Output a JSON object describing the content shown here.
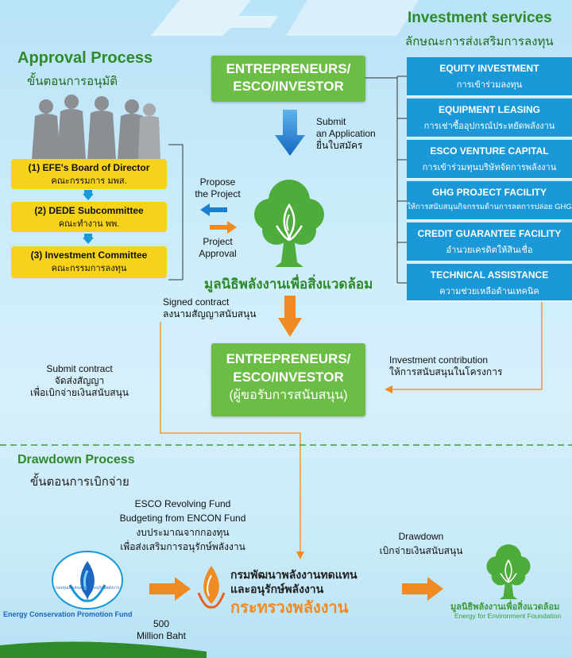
{
  "investment": {
    "title": "Investment services",
    "subtitle": "ลักษณะการส่งเสริมการลงทุน",
    "items": [
      {
        "en": "EQUITY INVESTMENT",
        "th": "การเข้าร่วมลงทุน"
      },
      {
        "en": "EQUIPMENT LEASING",
        "th": "การเช่าซื้ออุปกรณ์ประหยัดพลังงาน"
      },
      {
        "en": "ESCO VENTURE CAPITAL",
        "th": "การเข้าร่วมทุนบริษัทจัดการพลังงาน"
      },
      {
        "en": "GHG PROJECT FACILITY",
        "th": "ให้การสนับสนุนกิจกรรมด้านการลดการปล่อย GHG"
      },
      {
        "en": "CREDIT GUARANTEE FACILITY",
        "th": "อำนวยเครดิตให้สินเชื่อ"
      },
      {
        "en": "TECHNICAL ASSISTANCE",
        "th": "ความช่วยเหลือด้านเทคนิค"
      }
    ]
  },
  "approval": {
    "title": "Approval Process",
    "subtitle": "ขั้นตอนการอนุมัติ",
    "steps": [
      {
        "en": "(1) EFE's Board of Director",
        "th": "คณะกรรมการ มพส."
      },
      {
        "en": "(2) DEDE Subcommittee",
        "th": "คณะทำงาน พพ."
      },
      {
        "en": "(3) Investment Committee",
        "th": "คณะกรรมการลงทุน"
      }
    ]
  },
  "entrepreneur_top": {
    "line1": "ENTREPRENEURS/",
    "line2": "ESCO/INVESTOR"
  },
  "submit_app": {
    "line1": "Submit",
    "line2": "an Application",
    "line3": "ยื่นใบสมัคร"
  },
  "propose": {
    "line1": "Propose",
    "line2": "the Project"
  },
  "project_approval": {
    "line1": "Project",
    "line2": "Approval"
  },
  "foundation_name": "มูลนิธิพลังงานเพื่อสิ่งแวดล้อม",
  "signed": {
    "line1": "Signed contract",
    "line2": "ลงนามสัญญาสนับสนุน"
  },
  "entrepreneur_mid": {
    "line1": "ENTREPRENEURS/",
    "line2": "ESCO/INVESTOR",
    "line3": "(ผู้ขอรับการสนับสนุน)"
  },
  "submit_contract": {
    "line1": "Submit contract",
    "line2": "จัดส่งสัญญา",
    "line3": "เพื่อเบิกจ่ายเงินสนับสนุน"
  },
  "investment_contribution": {
    "line1": "Investment contribution",
    "line2": "ให้การสนับสนุนในโครงการ"
  },
  "drawdown": {
    "title": "Drawdown Process",
    "subtitle": "ขั้นตอนการเบิกจ่าย",
    "fund": {
      "line1": "ESCO Revolving Fund",
      "line2": "Budgeting from ENCON Fund",
      "line3": "งบประมาณจากกองทุน",
      "line4": "เพื่อส่งเสริมการอนุรักษ์พลังงาน"
    },
    "drawdown_label": {
      "line1": "Drawdown",
      "line2": "เบิกจ่ายเงินสนับสนุน"
    },
    "ministry": {
      "line1": "กรมพัฒนาพลังงานทดแทน",
      "line2": "และอนุรักษ์พลังงาน",
      "line3": "กระทรวงพลังงาน"
    },
    "encon_logo": {
      "ring": "กองทุนเพื่อส่งเสริมการอนุรักษ์พลังงาน",
      "caption": "Energy Conservation Promotion Fund"
    },
    "efe_logo": {
      "th": "มูลนิธิพลังงานเพื่อสิ่งแวดล้อม",
      "en": "Energy for Environment Foundation"
    },
    "amount": {
      "line1": "500",
      "line2": "Million Baht"
    }
  },
  "colors": {
    "green": "#6bbd45",
    "blue": "#1a98d8",
    "yellow": "#f6d21a",
    "orange": "#f08a24",
    "arrow_blue": "#1c7fd0"
  }
}
